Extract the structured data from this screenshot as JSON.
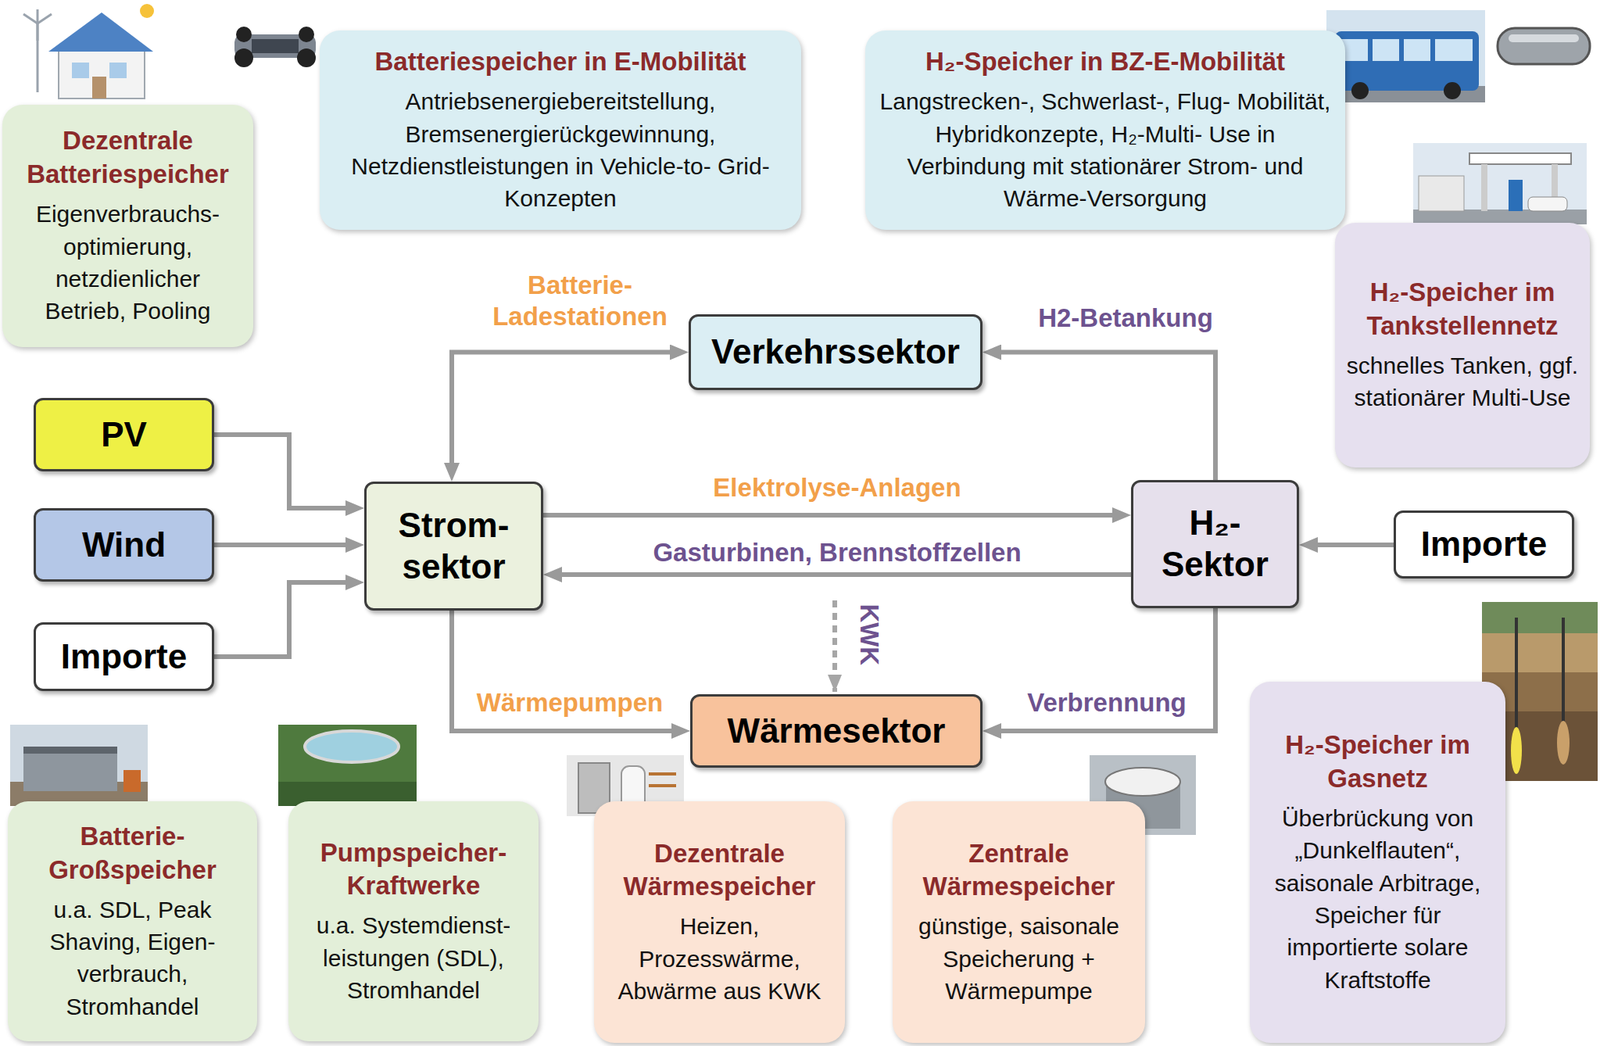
{
  "diagram": {
    "nodes": [
      {
        "text": [
          "Dezentrale Batteriespeicher",
          "Eigenverbrauchs- optimierung, netzdienlicher Betrieb, Pooling"
        ]
      },
      {
        "text": [
          "Batteriespeicher in E-Mobilität",
          "Antriebsenergiebereitstellung, Bremsenergierückgewinnung, Netzdienstleistungen in Vehicle-to- Grid-Konzepten"
        ]
      },
      {
        "text": [
          "H₂-Speicher in BZ-E-Mobilität",
          "Langstrecken-, Schwerlast-, Flug- Mobilität, Hybridkonzepte, H₂-Multi- Use in Verbindung mit stationärer Strom- und Wärme-Versorgung"
        ]
      },
      {
        "text": [
          "H₂-Speicher im Tankstellennetz",
          "schnelles Tanken, ggf. stationärer Multi-Use"
        ]
      },
      {
        "text": [
          "PV"
        ]
      },
      {
        "text": [
          "Wind"
        ]
      },
      {
        "text": [
          "Importe"
        ]
      },
      {
        "text": [
          "Strom- sektor"
        ]
      },
      {
        "text": [
          "Verkehrssektor"
        ]
      },
      {
        "text": [
          "H₂- Sektor"
        ]
      },
      {
        "text": [
          "Importe"
        ]
      },
      {
        "text": [
          "Wärmesektor"
        ]
      },
      {
        "text": [
          "Batterie- Großspeicher",
          "u.a. SDL, Peak Shaving, Eigen- verbrauch, Stromhandel"
        ]
      },
      {
        "text": [
          "Pumpspeicher- Kraftwerke",
          "u.a. Systemdienst- leistungen (SDL), Stromhandel"
        ]
      },
      {
        "text": [
          "Dezentrale Wärmespeicher",
          "Heizen, Prozesswärme, Abwärme aus KWK"
        ]
      },
      {
        "text": [
          "Zentrale Wärmespeicher",
          "günstige, saisonale Speicherung + Wärmepumpe"
        ]
      },
      {
        "text": [
          "H₂-Speicher im Gasnetz",
          "Überbrückung von „Dunkelflauten“, saisonale Arbitrage, Speicher für importierte solare Kraftstoffe"
        ]
      }
    ],
    "edges": [
      {
        "from": 4,
        "to": 7,
        "arrow": "to"
      },
      {
        "from": 5,
        "to": 7,
        "arrow": "to"
      },
      {
        "from": 6,
        "to": 7,
        "arrow": "to"
      },
      {
        "from": 7,
        "to": 8,
        "label": "Batterie- Ladestationen",
        "arrow": "both"
      },
      {
        "from": 9,
        "to": 8,
        "label": "H2-Betankung",
        "arrow": "to"
      },
      {
        "from": 7,
        "to": 9,
        "label": "Elektrolyse-Anlagen",
        "arrow": "to"
      },
      {
        "from": 9,
        "to": 7,
        "label": "Gasturbinen, Brennstoffzellen",
        "arrow": "to"
      },
      {
        "from": 7,
        "to": 11,
        "label": "Wärmepumpen",
        "arrow": "to"
      },
      {
        "from": 9,
        "to": 11,
        "label": "Verbrennung",
        "arrow": "to"
      },
      {
        "from": 10,
        "to": 9,
        "arrow": "to"
      }
    ],
    "labels": [
      "KWK"
    ]
  }
}
